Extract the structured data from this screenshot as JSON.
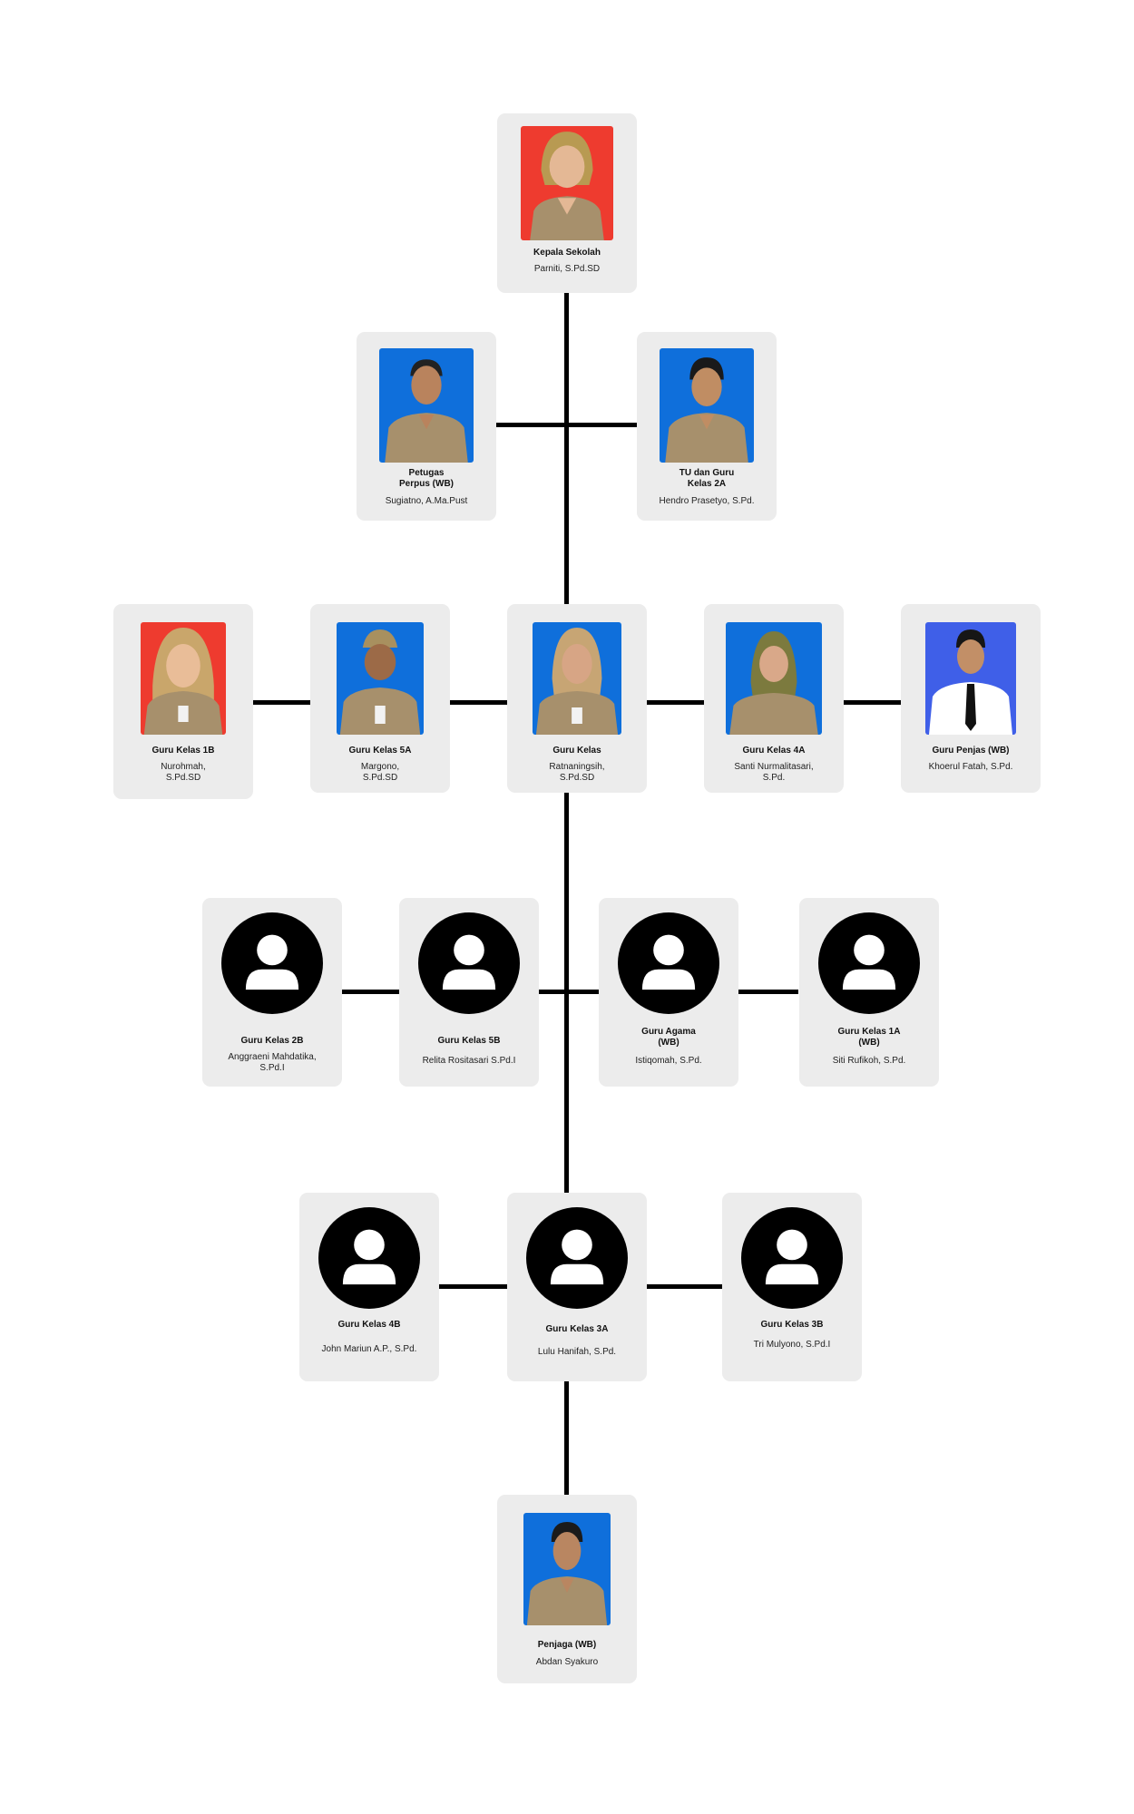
{
  "colors": {
    "card_bg": "#ececec",
    "connector": "#000000",
    "photo_bg_red": "#ee3b2f",
    "photo_bg_blue": "#0f6fdb",
    "uniform": "#a7906c"
  },
  "nodes": {
    "kepala": {
      "role": "Kepala Sekolah",
      "name": "Parniti, S.Pd.SD",
      "icon": "portrait-photo"
    },
    "perpus": {
      "role": "Petugas\nPerpus (WB)",
      "name": "Sugiatno, A.Ma.Pust",
      "icon": "portrait-photo"
    },
    "tu": {
      "role": "TU dan Guru\nKelas 2A",
      "name": "Hendro Prasetyo, S.Pd.",
      "icon": "portrait-photo"
    },
    "k1b": {
      "role": "Guru Kelas 1B",
      "name": "Nurohmah,\nS.Pd.SD",
      "icon": "portrait-photo"
    },
    "k5a": {
      "role": "Guru Kelas 5A",
      "name": "Margono,\nS.Pd.SD",
      "icon": "portrait-photo"
    },
    "kelas": {
      "role": "Guru Kelas",
      "name": "Ratnaningsih,\nS.Pd.SD",
      "icon": "portrait-photo"
    },
    "k4a": {
      "role": "Guru Kelas 4A",
      "name": "Santi Nurmalitasari,\nS.Pd.",
      "icon": "portrait-photo"
    },
    "penjas": {
      "role": "Guru Penjas (WB)",
      "name": "Khoerul Fatah, S.Pd.",
      "icon": "portrait-photo"
    },
    "k2b": {
      "role": "Guru Kelas 2B",
      "name": "Anggraeni Mahdatika,\nS.Pd.I",
      "icon": "user-placeholder-icon"
    },
    "k5b": {
      "role": "Guru Kelas 5B",
      "name": "Relita Rositasari  S.Pd.I",
      "icon": "user-placeholder-icon"
    },
    "agama": {
      "role": "Guru Agama\n(WB)",
      "name": "Istiqomah, S.Pd.",
      "icon": "user-placeholder-icon"
    },
    "k1a": {
      "role": "Guru Kelas 1A\n(WB)",
      "name": "Siti Rufikoh, S.Pd.",
      "icon": "user-placeholder-icon"
    },
    "k4b": {
      "role": "Guru Kelas 4B",
      "name": "John Mariun A.P., S.Pd.",
      "icon": "user-placeholder-icon"
    },
    "k3a": {
      "role": "Guru Kelas 3A",
      "name": "Lulu Hanifah, S.Pd.",
      "icon": "user-placeholder-icon"
    },
    "k3b": {
      "role": "Guru Kelas 3B",
      "name": "Tri Mulyono, S.Pd.I",
      "icon": "user-placeholder-icon"
    },
    "penjaga": {
      "role": "Penjaga (WB)",
      "name": "Abdan Syakuro",
      "icon": "portrait-photo"
    }
  }
}
